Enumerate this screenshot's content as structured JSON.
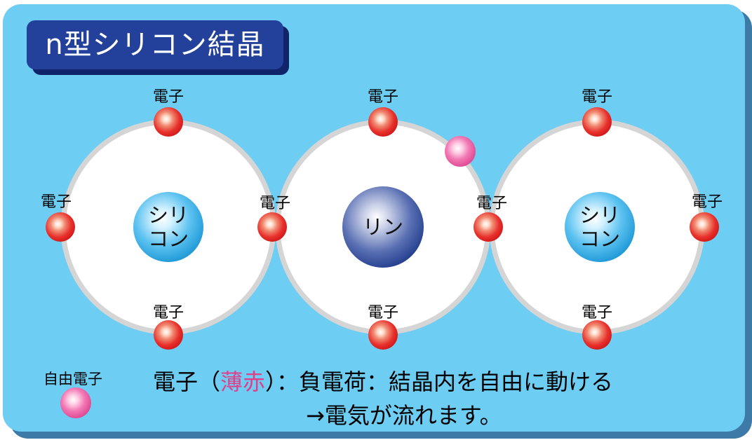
{
  "title": "n型シリコン結晶",
  "atoms": [
    {
      "nucleus_line1": "シリ",
      "nucleus_line2": "コン",
      "nucleus_type": "silicon"
    },
    {
      "nucleus_line1": "リン",
      "nucleus_line2": "",
      "nucleus_type": "phosphorus"
    },
    {
      "nucleus_line1": "シリ",
      "nucleus_line2": "コン",
      "nucleus_type": "silicon"
    }
  ],
  "electron_label": "電子",
  "legend": {
    "label": "自由電子"
  },
  "caption": {
    "line1_part1": "電子（",
    "line1_accent": "薄赤",
    "line1_part2": "）：負電荷：結晶内を自由に動ける",
    "line2": "→電気が流れます。"
  },
  "colors": {
    "background": "#6dcdf2",
    "title_bg": "#23409a",
    "electron": "#e8302c",
    "free_electron": "#e8509a",
    "silicon_nucleus": "#2aa6e0",
    "phosphorus_nucleus": "#2a4a9a",
    "accent_text": "#e0408a"
  }
}
